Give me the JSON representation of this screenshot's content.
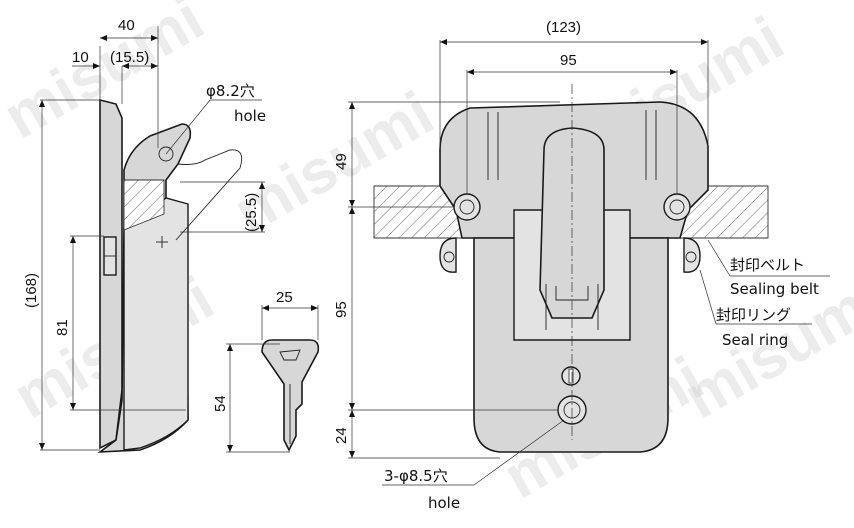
{
  "watermark": "misumi",
  "dimensions": {
    "overall_width_side": "40",
    "offset_10": "10",
    "offset_15_5": "(15.5)",
    "height_168": "(168)",
    "height_81": "81",
    "height_25_5": "(25.5)",
    "width_123": "(123)",
    "width_95": "95",
    "height_49": "49",
    "height_95": "95",
    "height_24": "24",
    "key_width": "25",
    "key_height": "54"
  },
  "labels": {
    "hole_side_jp": "φ8.2穴",
    "hole_side_en": "hole",
    "hole_front_jp": "3-φ8.5穴",
    "hole_front_en": "hole",
    "sealing_belt_jp": "封印ベルト",
    "sealing_belt_en": "Sealing belt",
    "seal_ring_jp": "封印リング",
    "seal_ring_en": "Seal ring"
  }
}
